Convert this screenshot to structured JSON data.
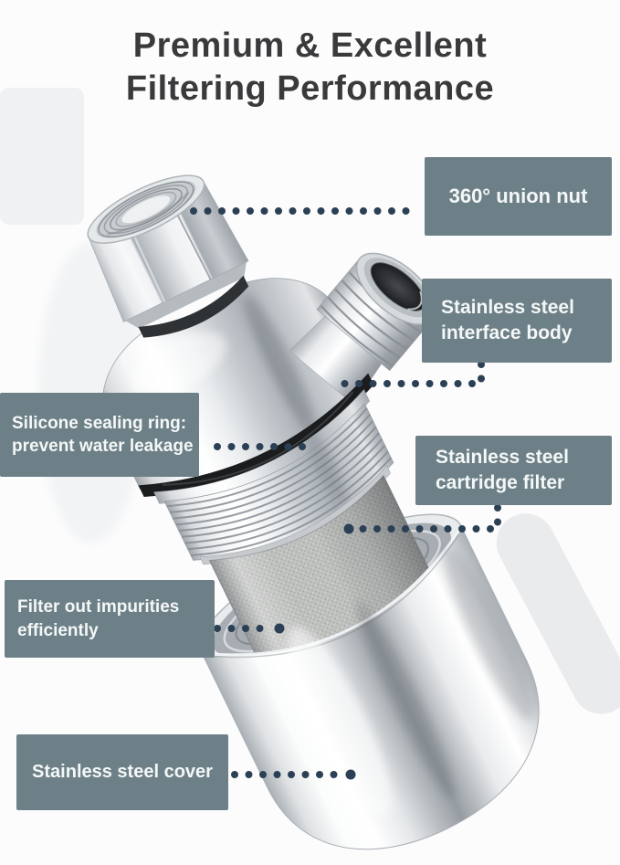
{
  "title": {
    "line1": "Premium & Excellent",
    "line2": "Filtering Performance"
  },
  "callouts": {
    "union_nut": {
      "lines": [
        "360° union nut"
      ]
    },
    "interface_body": {
      "lines": [
        "Stainless steel",
        "interface body"
      ]
    },
    "sealing_ring": {
      "lines": [
        "Silicone sealing ring:",
        "prevent water leakage"
      ]
    },
    "cartridge_filter": {
      "lines": [
        "Stainless steel",
        "cartridge filter"
      ]
    },
    "impurities": {
      "lines": [
        "Filter out impurities",
        "efficiently"
      ]
    },
    "cover": {
      "lines": [
        "Stainless steel cover"
      ]
    }
  },
  "product": {
    "alt": "Stainless steel faucet water filter shown tilted and partly disassembled: threaded union nut on top, side interface port, black silicone sealing ring, threaded neck, mesh cartridge filter sliding into a polished stainless steel cover cup"
  },
  "colors": {
    "callout_bg": "#6d8087",
    "callout_text": "#f4f7f7",
    "leader_dots": "#2c4055",
    "title_text": "#3a3a3c",
    "background": "#fcfcfd"
  }
}
